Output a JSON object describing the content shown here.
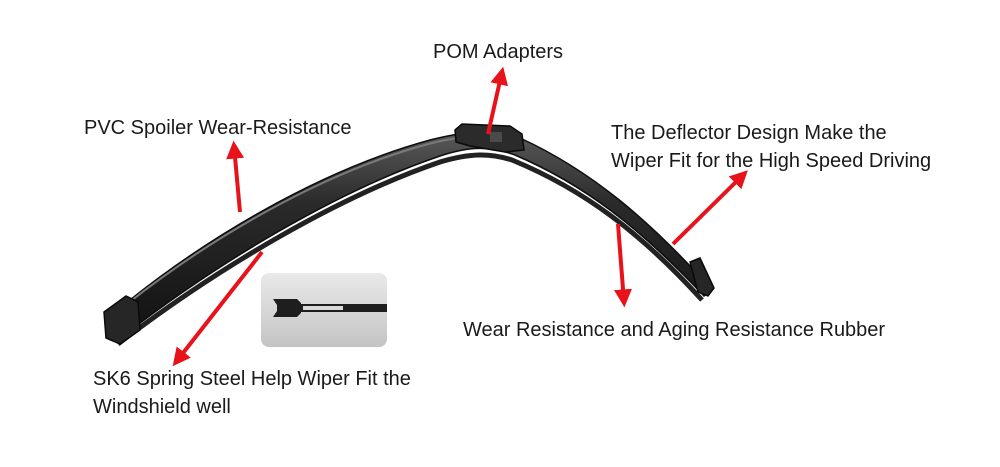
{
  "labels": {
    "pom_adapters": "POM Adapters",
    "pvc_spoiler": "PVC Spoiler Wear-Resistance",
    "deflector_line1": "The Deflector Design Make the",
    "deflector_line2": "Wiper Fit for the High Speed Driving",
    "rubber": "Wear Resistance and Aging Resistance Rubber",
    "steel_line1": "SK6 Spring Steel Help Wiper Fit the",
    "steel_line2": "Windshield well"
  },
  "colors": {
    "arrow": "#e8121a",
    "text": "#1a1a1a",
    "blade_dark": "#1c1c1c",
    "blade_highlight": "#6a6a6a",
    "background": "#ffffff"
  },
  "icons": {
    "blade_image": "wiper-blade-photo",
    "steel_cross_section": "spring-steel-cross-section"
  }
}
